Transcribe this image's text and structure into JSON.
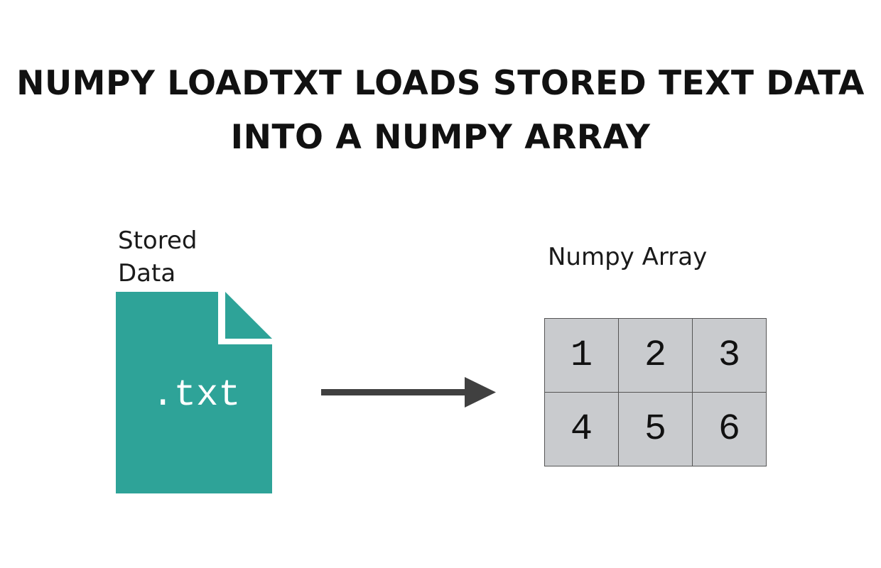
{
  "title": {
    "line1": "NUMPY LOADTXT LOADS STORED TEXT DATA",
    "line2": "INTO A NUMPY ARRAY"
  },
  "file": {
    "label_line1": "Stored",
    "label_line2": "Data",
    "extension": ".txt",
    "icon": "text-file-icon",
    "color": "#2ea398"
  },
  "arrow": {
    "icon": "right-arrow-icon",
    "color": "#404040"
  },
  "array": {
    "label": "Numpy Array",
    "cells": [
      "1",
      "2",
      "3",
      "4",
      "5",
      "6"
    ],
    "cell_color": "#c9cbce",
    "border_color": "#555555"
  }
}
